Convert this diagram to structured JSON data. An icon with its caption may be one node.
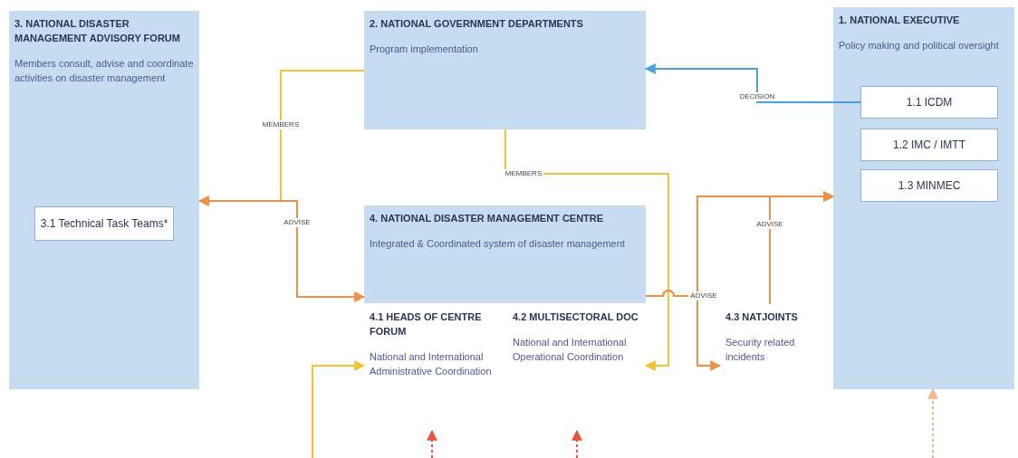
{
  "diagram": {
    "nodes": [
      {
        "text": [
          "3. NATIONAL DISASTER MANAGEMENT ADVISORY FORUM",
          "Members consult, advise and coordinate activities on disaster management"
        ]
      },
      {
        "text": [
          "3.1 Technical Task Teams*"
        ],
        "in": 0
      },
      {
        "text": [
          "2. NATIONAL GOVERNMENT DEPARTMENTS",
          "Program implementation"
        ]
      },
      {
        "text": [
          "1. NATIONAL EXECUTIVE",
          "Policy making and political oversight"
        ]
      },
      {
        "text": [
          "1.1 ICDM"
        ],
        "in": 3
      },
      {
        "text": [
          "1.2 IMC / IMTT"
        ],
        "in": 3
      },
      {
        "text": [
          "1.3 MINMEC"
        ],
        "in": 3
      },
      {
        "text": [
          "4. NATIONAL DISASTER MANAGEMENT CENTRE",
          "Integrated & Coordinated system of disaster management"
        ]
      },
      {
        "text": [
          "4.1 HEADS OF CENTRE FORUM",
          "National and International Administrative Coordination"
        ]
      },
      {
        "text": [
          "4.2 MULTISECTORAL DOC",
          "National and International Operational Coordination"
        ]
      },
      {
        "text": [
          "4.3 NATJOINTS",
          "Security related incidents"
        ]
      }
    ],
    "edges": [
      {
        "from": 4,
        "to": 2,
        "arrow": "to",
        "label": "DECISION",
        "color": "#4a9fdc"
      },
      {
        "from": 2,
        "to": 0,
        "arrow": "to",
        "label": "MEMBERS",
        "color": "#f2c230"
      },
      {
        "from": 0,
        "to": 7,
        "arrow": "both",
        "label": "ADVISE"
      },
      {
        "from": 2,
        "to": 9,
        "arrow": "to",
        "label": "MEMBERS",
        "color": "#f2c230"
      },
      {
        "from": null,
        "to": 8,
        "arrow": "to",
        "color": "#f2c230"
      },
      {
        "from": 7,
        "to": 3,
        "arrow": "to"
      },
      {
        "from": 7,
        "to": 10,
        "arrow": "to",
        "label": "ADVISE"
      },
      {
        "from": 10,
        "to": 3,
        "arrow": "to",
        "label": "ADVISE"
      },
      {
        "from": null,
        "to": 8,
        "arrow": "to",
        "style": "dashed",
        "color": "#e8553e"
      },
      {
        "from": null,
        "to": 9,
        "arrow": "to",
        "style": "dashed",
        "color": "#e8553e"
      },
      {
        "from": null,
        "to": 3,
        "arrow": "to",
        "style": "dashed",
        "color": "#f5b58a"
      }
    ]
  }
}
